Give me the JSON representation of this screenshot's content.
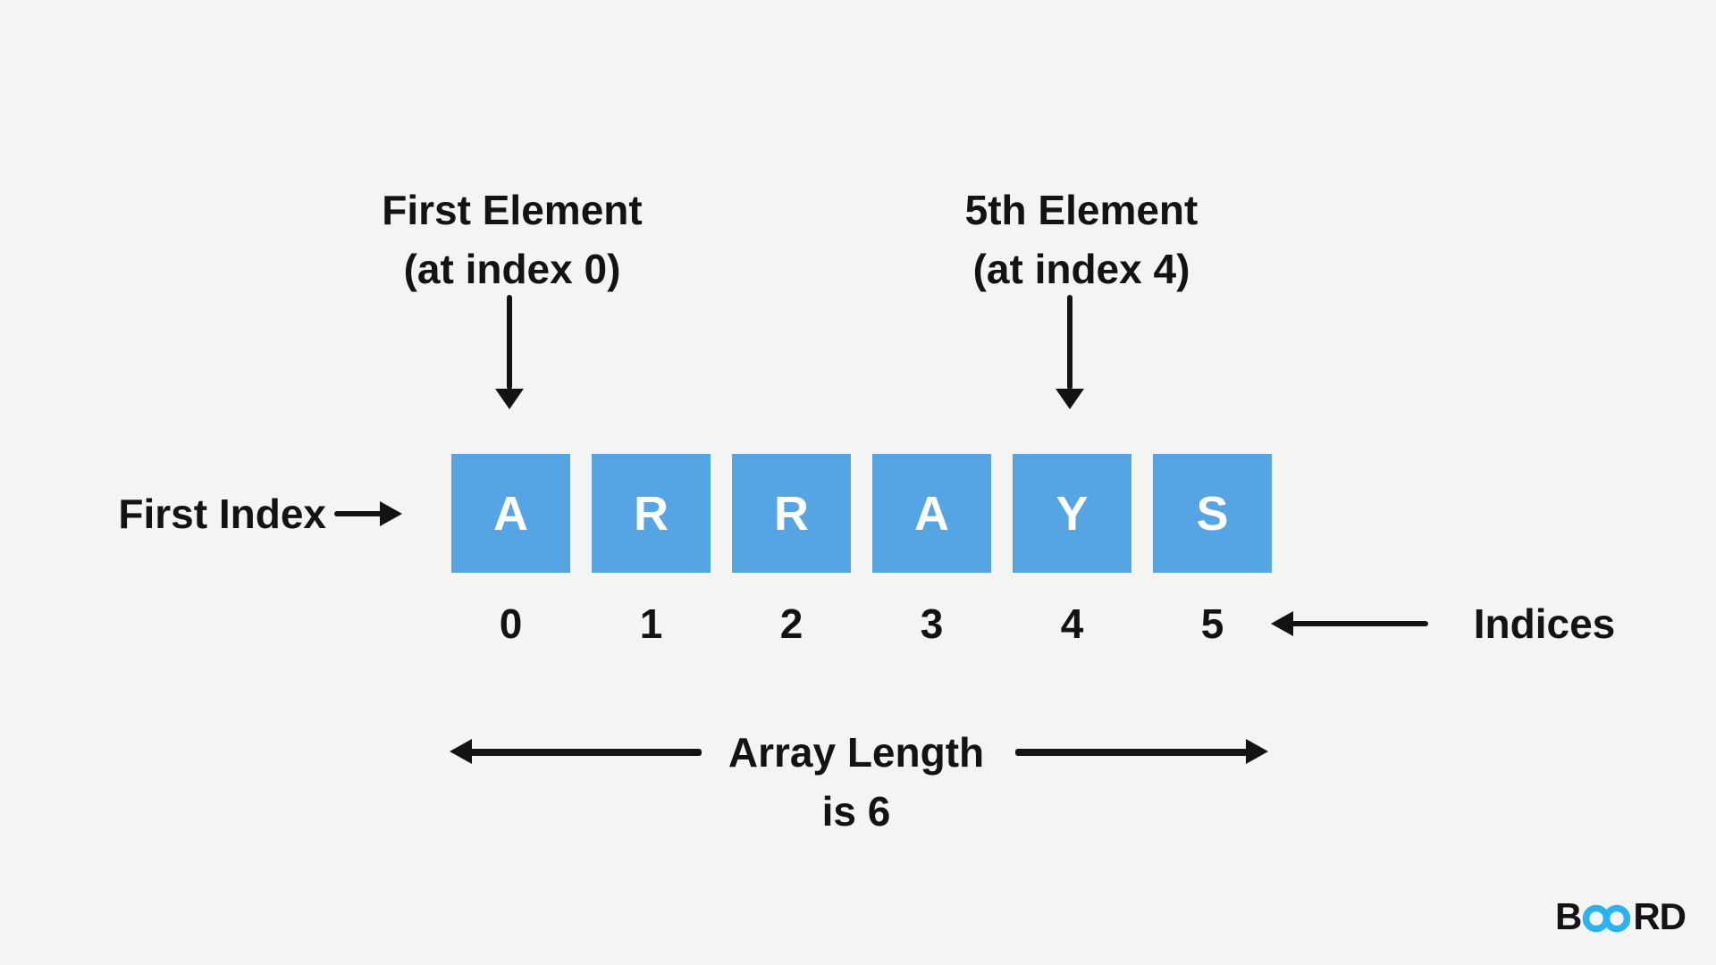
{
  "canvas": {
    "background": "#f4f4f2",
    "ink": "#131313",
    "box_blue": "#55a4e3",
    "logo_blue": "#29b3f2"
  },
  "array": {
    "letters": [
      "A",
      "R",
      "R",
      "A",
      "Y",
      "S"
    ],
    "indices": [
      "0",
      "1",
      "2",
      "3",
      "4",
      "5"
    ]
  },
  "annotations": {
    "first_element": {
      "line1": "First Element",
      "line2": "(at index 0)"
    },
    "fifth_element": {
      "line1": "5th Element",
      "line2": "(at index 4)"
    },
    "first_index": "First Index",
    "indices_label": "Indices",
    "array_length": {
      "line1": "Array Length",
      "line2": "is 6"
    }
  },
  "logo": {
    "prefix": "B",
    "suffix": "RD",
    "icon": "infinity-icon"
  }
}
